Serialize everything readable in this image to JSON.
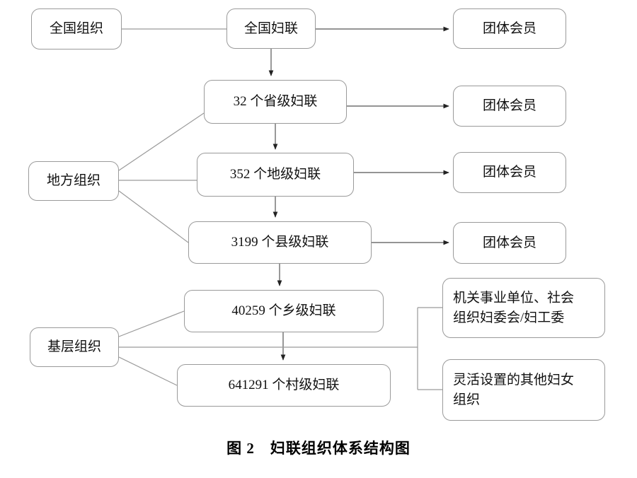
{
  "figure": {
    "caption": "图 2　妇联组织体系结构图",
    "line_color": "#9a9a9a",
    "text_color": "#111111",
    "background": "#ffffff"
  },
  "groups": [
    {
      "id": "national",
      "label": "全国组织"
    },
    {
      "id": "local",
      "label": "地方组织"
    },
    {
      "id": "grassroots",
      "label": "基层组织"
    }
  ],
  "levels": [
    {
      "id": "acwf",
      "label": "全国妇联"
    },
    {
      "id": "provincial",
      "label": "32 个省级妇联",
      "count": 32,
      "unit": "个",
      "tier": "省级妇联"
    },
    {
      "id": "prefecture",
      "label": "352 个地级妇联",
      "count": 352,
      "unit": "个",
      "tier": "地级妇联"
    },
    {
      "id": "county",
      "label": "3199 个县级妇联",
      "count": 3199,
      "unit": "个",
      "tier": "县级妇联"
    },
    {
      "id": "township",
      "label": "40259 个乡级妇联",
      "count": 40259,
      "unit": "个",
      "tier": "乡级妇联"
    },
    {
      "id": "village",
      "label": "641291 个村级妇联",
      "count": 641291,
      "unit": "个",
      "tier": "村级妇联"
    }
  ],
  "members": [
    {
      "id": "member-1",
      "label": "团体会员"
    },
    {
      "id": "member-2",
      "label": "团体会员"
    },
    {
      "id": "member-3",
      "label": "团体会员"
    },
    {
      "id": "member-4",
      "label": "团体会员"
    }
  ],
  "grassroots_units": [
    {
      "id": "unit-1",
      "label": "机关事业单位、社会\n组织妇委会/妇工委"
    },
    {
      "id": "unit-2",
      "label": "灵活设置的其他妇女\n组织"
    }
  ]
}
